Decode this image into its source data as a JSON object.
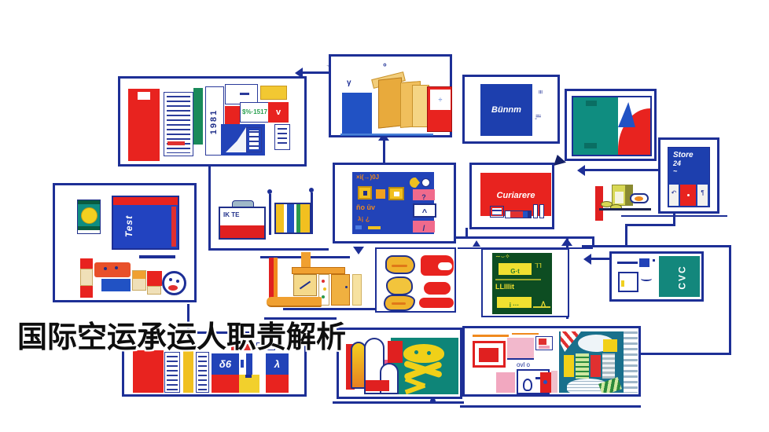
{
  "title": "国际空运承运人职责解析",
  "palette": {
    "navy": "#1d2f96",
    "blue": "#2152c4",
    "deep_blue": "#1d3fae",
    "red": "#e8231f",
    "yellow": "#f2c024",
    "orange": "#f08a1e",
    "teal": "#0f8d80",
    "board_green": "#0d4d22",
    "pink": "#f06a8c",
    "cream": "#f0e0b8",
    "emblem_teal": "#0e8578",
    "cabin_teal": "#19708c"
  },
  "nodes": {
    "b1": {
      "card_code": "1981",
      "receipt_text": "$%·1517",
      "stamp": "v"
    },
    "b2": {
      "mark1": "γ",
      "mark2": "°",
      "crate_mark": "÷"
    },
    "b3": {
      "sign_text": "Bünnm",
      "side1": "≡",
      "side2": "il,"
    },
    "b5": {
      "line1": "Store",
      "line2": "24",
      "line3": "~",
      "mark_left": "↶",
      "mark_right": "¶"
    },
    "b6": {
      "row1": "×i(→)0J",
      "row3": "ño ūv",
      "row4": "ג¡ ¿",
      "btn_question": "?",
      "btn_caret": "^",
      "btn_slash": "/"
    },
    "b7": {
      "brand": "Curiarere"
    },
    "b9": {
      "card_text": "Test"
    },
    "b10": {
      "toolbox_text": "IK TE"
    },
    "b13": {
      "scr1": "∼⌣✧",
      "tag1": "G·t",
      "side": "⅂⅂",
      "scr3": "LLlllit",
      "tag2": "i ···",
      "caret": "Λ"
    },
    "b14": {
      "panel_text": "CVC"
    },
    "b15": {
      "glyph1": "δ6",
      "glyph2": "λ"
    },
    "b17": {
      "plan_note": "ovl o"
    }
  }
}
